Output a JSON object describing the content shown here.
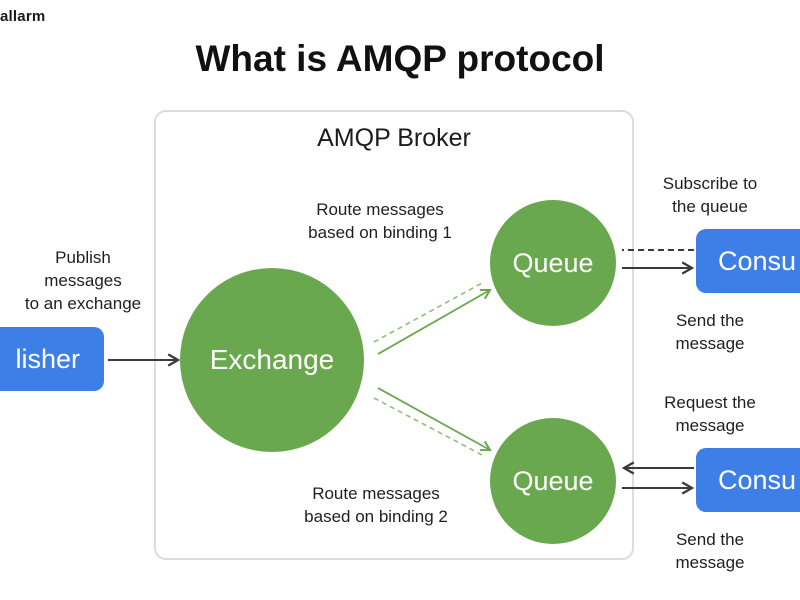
{
  "brand": {
    "text": "allarm"
  },
  "title": "What is AMQP protocol",
  "broker": {
    "label": "AMQP Broker"
  },
  "nodes": {
    "publisher": "lisher",
    "exchange": "Exchange",
    "queue1": "Queue",
    "queue2": "Queue",
    "consumer1": "Consu",
    "consumer2": "Consu"
  },
  "notes": {
    "publish": [
      "Publish",
      "messages",
      "to an exchange"
    ],
    "route1": [
      "Route messages",
      "based on binding 1"
    ],
    "route2": [
      "Route messages",
      "based on binding 2"
    ],
    "subscribe": [
      "Subscribe to",
      "the queue"
    ],
    "send1": [
      "Send the",
      "message"
    ],
    "request": [
      "Request the",
      "message"
    ],
    "send2": [
      "Send the",
      "message"
    ]
  },
  "colors": {
    "node_green": "#6aa84f",
    "actor_blue": "#3d7fe6",
    "arrow_dark": "#3a3a3a",
    "border_gray": "#dcdcdc"
  }
}
